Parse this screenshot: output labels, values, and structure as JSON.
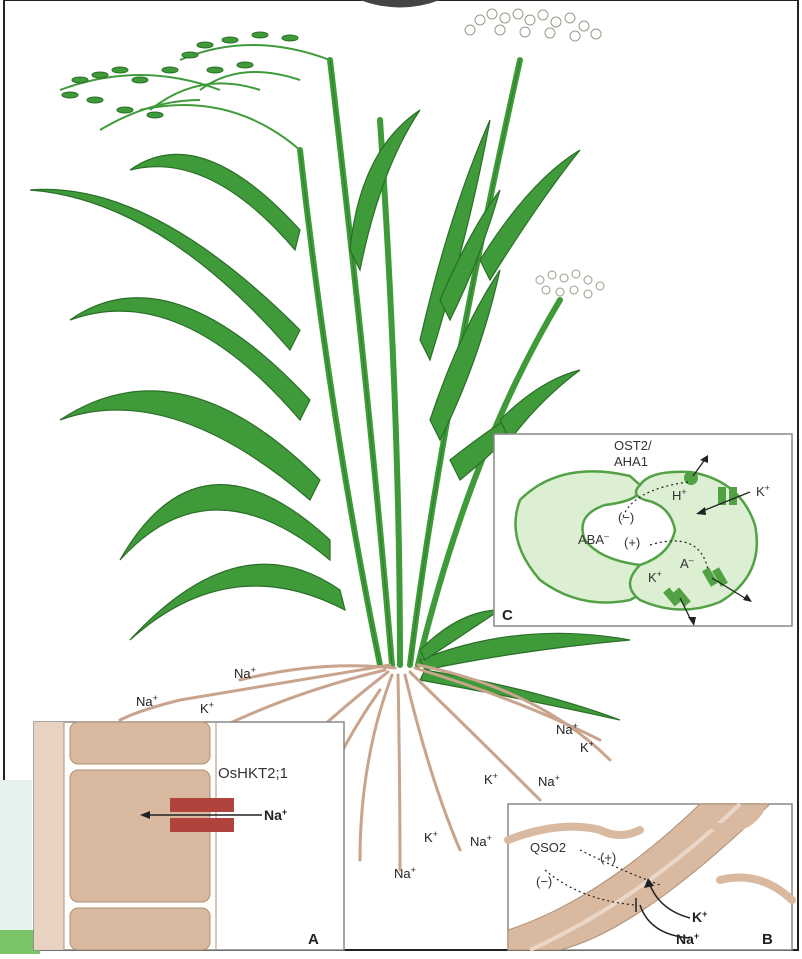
{
  "ions": {
    "na": "Na",
    "k": "K",
    "h": "H",
    "plus": "+",
    "a_minus": "A",
    "minus_sup": "–"
  },
  "panel_a": {
    "letter": "A",
    "transporter": "OsHKT2;1",
    "ion": "Na"
  },
  "panel_b": {
    "letter": "B",
    "gene": "QSO2",
    "pos": "(+)",
    "neg": "(−)",
    "k_label": "K",
    "na_label": "Na"
  },
  "panel_c": {
    "letter": "C",
    "pump_line1": "OST2/",
    "pump_line2": "AHA1",
    "neg": "(−)",
    "pos": "(+)",
    "aba": "ABA",
    "h_label": "H",
    "k_label": "K",
    "a_label": "A"
  },
  "colors": {
    "leaf": "#3f9b3a",
    "leaf_dark": "#2a6e27",
    "root": "#c9a48c",
    "cell_fill": "#d9b9a0",
    "transporter": "#b0433b",
    "guard_fill": "#dcefd2",
    "guard_stroke": "#52a145"
  }
}
